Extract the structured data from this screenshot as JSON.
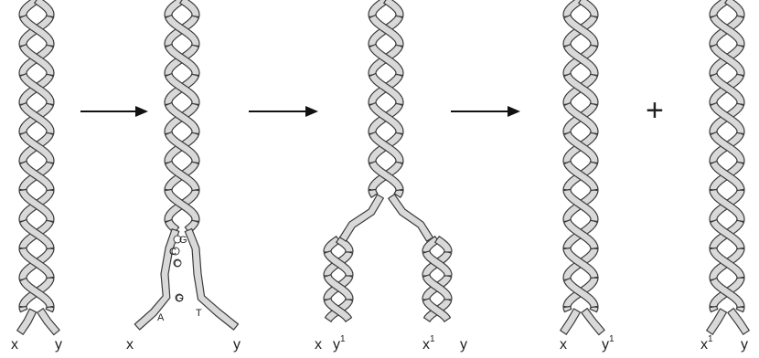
{
  "stages": [
    {
      "id": "intact",
      "labels": [
        {
          "main": "x",
          "sup": ""
        },
        {
          "main": "y",
          "sup": ""
        }
      ]
    },
    {
      "id": "unwinding",
      "labels": [
        {
          "main": "x",
          "sup": ""
        },
        {
          "main": "y",
          "sup": ""
        }
      ],
      "bases": [
        "G",
        "C",
        "C",
        "G",
        "A",
        "T"
      ]
    },
    {
      "id": "replicating",
      "labels": [
        {
          "main": "x",
          "sup": ""
        },
        {
          "main": "y",
          "sup": "1"
        },
        {
          "main": "x",
          "sup": "1"
        },
        {
          "main": "y",
          "sup": ""
        }
      ]
    },
    {
      "id": "daughter-1",
      "labels": [
        {
          "main": "x",
          "sup": ""
        },
        {
          "main": "y",
          "sup": "1"
        }
      ]
    },
    {
      "id": "daughter-2",
      "labels": [
        {
          "main": "x",
          "sup": "1"
        },
        {
          "main": "y",
          "sup": ""
        }
      ]
    }
  ],
  "operator": "+",
  "colors": {
    "strand_fill": "#d9d9d9",
    "strand_edge": "#3a3a3a",
    "arrow": "#111111"
  }
}
